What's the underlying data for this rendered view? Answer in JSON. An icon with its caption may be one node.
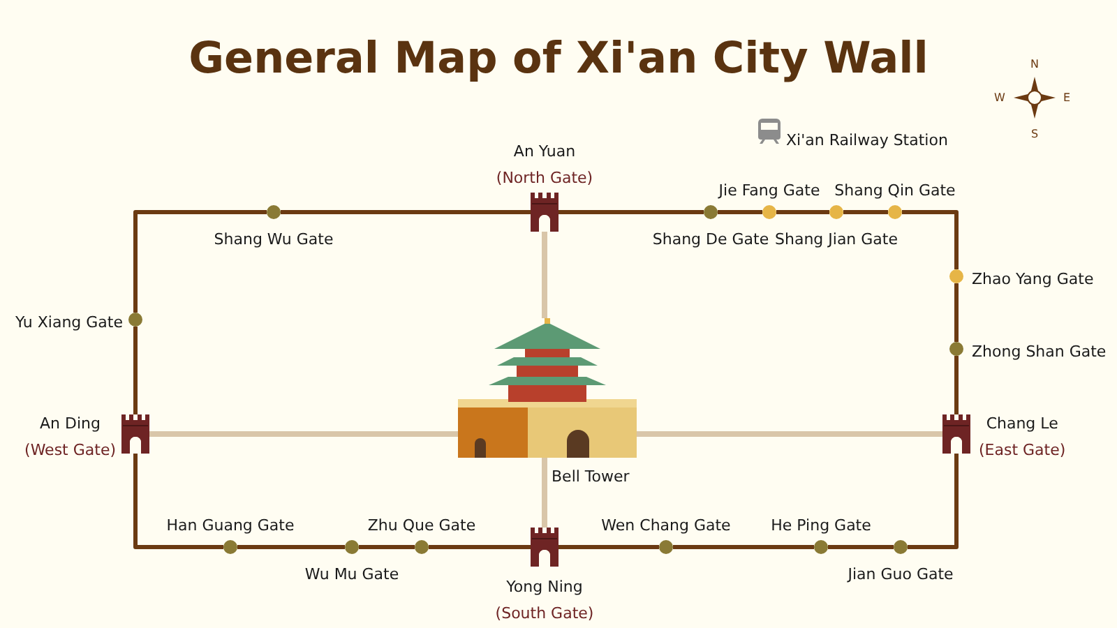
{
  "diagram": {
    "title": "General Map of Xi'an City Wall",
    "nodes": [
      {
        "text": [],
        "shape": "circle",
        "beside": [
          "Shang Wu Gate"
        ]
      },
      {
        "text": [],
        "shape": "picture",
        "beside": [
          "An Yuan",
          "(North Gate)"
        ]
      },
      {
        "text": [],
        "shape": "circle",
        "beside": [
          "Shang De Gate"
        ]
      },
      {
        "text": [],
        "shape": "circle",
        "beside": [
          "Jie Fang Gate"
        ]
      },
      {
        "text": [],
        "shape": "circle",
        "beside": [
          "Shang Jian Gate"
        ]
      },
      {
        "text": [],
        "shape": "circle",
        "beside": [
          "Shang Qin Gate"
        ]
      },
      {
        "text": [],
        "shape": "circle",
        "beside": [
          "Zhao Yang Gate"
        ]
      },
      {
        "text": [],
        "shape": "circle",
        "beside": [
          "Yu Xiang Gate"
        ]
      },
      {
        "text": [],
        "shape": "circle",
        "beside": [
          "Zhong Shan Gate"
        ]
      },
      {
        "text": [],
        "shape": "picture",
        "beside": [
          "Bell Tower"
        ]
      },
      {
        "text": [],
        "shape": "picture",
        "beside": [
          "An Ding",
          "(West Gate)"
        ]
      },
      {
        "text": [],
        "shape": "picture",
        "beside": [
          "Chang Le",
          "(East Gate)"
        ]
      },
      {
        "text": [],
        "shape": "circle",
        "beside": [
          "Han Guang Gate"
        ]
      },
      {
        "text": [],
        "shape": "circle",
        "beside": [
          "Wu Mu Gate"
        ]
      },
      {
        "text": [],
        "shape": "circle",
        "beside": [
          "Zhu Que Gate"
        ]
      },
      {
        "text": [],
        "shape": "picture",
        "beside": [
          "Yong Ning",
          "(South Gate)"
        ]
      },
      {
        "text": [],
        "shape": "circle",
        "beside": [
          "Wen Chang Gate"
        ]
      },
      {
        "text": [],
        "shape": "circle",
        "beside": [
          "He Ping Gate"
        ]
      },
      {
        "text": [],
        "shape": "circle",
        "beside": [
          "Jian Guo Gate"
        ]
      }
    ],
    "edges": [
      {
        "from": 0,
        "to": 1,
        "arrow": "none"
      },
      {
        "from": 1,
        "to": 2,
        "arrow": "none"
      },
      {
        "from": 2,
        "to": 3,
        "arrow": "none"
      },
      {
        "from": 3,
        "to": 4,
        "arrow": "none"
      },
      {
        "from": 4,
        "to": 5,
        "arrow": "none"
      },
      {
        "from": 5,
        "to": 6,
        "arrow": "none"
      },
      {
        "from": 6,
        "to": 8,
        "arrow": "none"
      },
      {
        "from": 8,
        "to": 11,
        "arrow": "none"
      },
      {
        "from": 11,
        "to": 18,
        "arrow": "none"
      },
      {
        "from": 18,
        "to": 17,
        "arrow": "none"
      },
      {
        "from": 17,
        "to": 16,
        "arrow": "none"
      },
      {
        "from": 16,
        "to": 15,
        "arrow": "none"
      },
      {
        "from": 15,
        "to": 14,
        "arrow": "none"
      },
      {
        "from": 14,
        "to": 13,
        "arrow": "none"
      },
      {
        "from": 13,
        "to": 12,
        "arrow": "none"
      },
      {
        "from": 12,
        "to": 10,
        "arrow": "none"
      },
      {
        "from": 10,
        "to": 7,
        "arrow": "none"
      },
      {
        "from": 7,
        "to": 0,
        "arrow": "none"
      },
      {
        "from": 9,
        "to": 1,
        "arrow": "none",
        "color": "#d9c6a9"
      },
      {
        "from": 9,
        "to": 10,
        "arrow": "none",
        "color": "#d9c6a9"
      },
      {
        "from": 9,
        "to": 11,
        "arrow": "none",
        "color": "#d9c6a9"
      },
      {
        "from": 9,
        "to": 15,
        "arrow": "none",
        "color": "#d9c6a9"
      }
    ],
    "labels": [
      "N",
      "W",
      "E",
      "S",
      "Xi'an Railway Station"
    ]
  }
}
